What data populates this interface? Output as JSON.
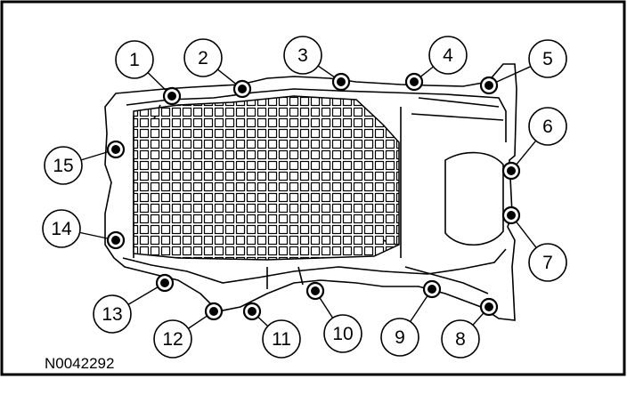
{
  "figure": {
    "reference_code": "N0042292",
    "callouts": [
      {
        "label": "1"
      },
      {
        "label": "2"
      },
      {
        "label": "3"
      },
      {
        "label": "4"
      },
      {
        "label": "5"
      },
      {
        "label": "6"
      },
      {
        "label": "7"
      },
      {
        "label": "8"
      },
      {
        "label": "9"
      },
      {
        "label": "10"
      },
      {
        "label": "11"
      },
      {
        "label": "12"
      },
      {
        "label": "13"
      },
      {
        "label": "14"
      },
      {
        "label": "15"
      }
    ]
  }
}
